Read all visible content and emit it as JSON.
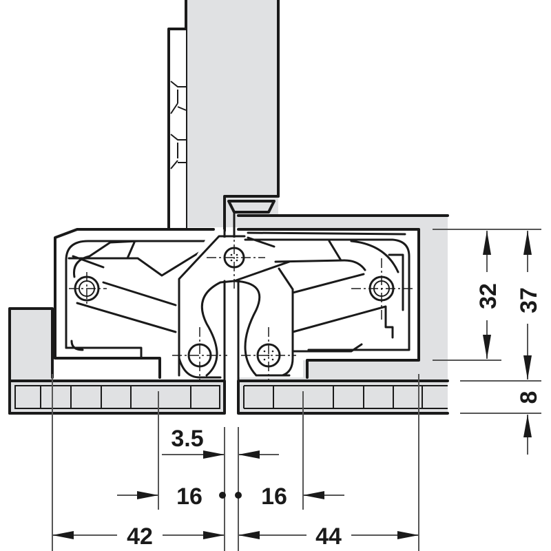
{
  "diagram": {
    "subject": "Concealed 3D hinge, cross-section installation drawing",
    "colors": {
      "line": "#1a1a1a",
      "fill_grey": "#e0e1e3",
      "dimension_line": "#555555",
      "background": "#ffffff"
    },
    "dimensions": {
      "body_height": "32",
      "total_height": "37",
      "frame_thickness": "8",
      "gap": "3.5",
      "left_screw_offset": "16",
      "right_screw_offset": "16",
      "left_mortise_width": "42",
      "right_mortise_width": "44"
    },
    "parts": [
      "door-leaf",
      "frame",
      "hinge-body-left",
      "hinge-body-right",
      "pivot-arm",
      "adjustment-screws",
      "edge-trim-strip"
    ]
  }
}
